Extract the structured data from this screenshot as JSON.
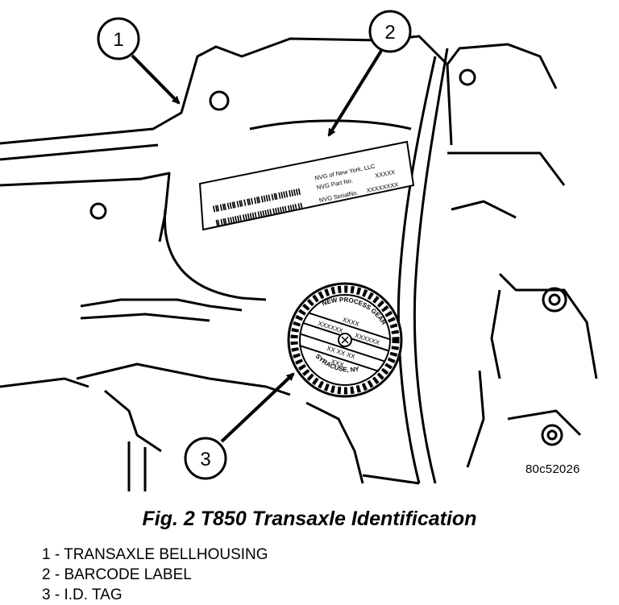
{
  "callouts": [
    {
      "number": "1"
    },
    {
      "number": "2"
    },
    {
      "number": "3"
    }
  ],
  "barcode_label": {
    "line1": "NVG of New York, LLC",
    "line2": "NVG Part No.",
    "line2_value": "XXXXX",
    "line3": "NVG SerialNo.",
    "line3_value": "XXXXXXXX"
  },
  "id_tag": {
    "top_arc": "NEW PROCESS GEAR",
    "bottom_arc": "SYRACUSE, NY",
    "row1": "XXXX",
    "row2_left": "XXXXXX",
    "row2_right": "XXXXXX",
    "row3": "XX XX XX",
    "row4": "XXX"
  },
  "figure_code": "80c52026",
  "caption": "Fig. 2 T850 Transaxle Identification",
  "legend": [
    {
      "text": "1 - TRANSAXLE BELLHOUSING"
    },
    {
      "text": "2 - BARCODE LABEL"
    },
    {
      "text": "3 - I.D. TAG"
    }
  ]
}
